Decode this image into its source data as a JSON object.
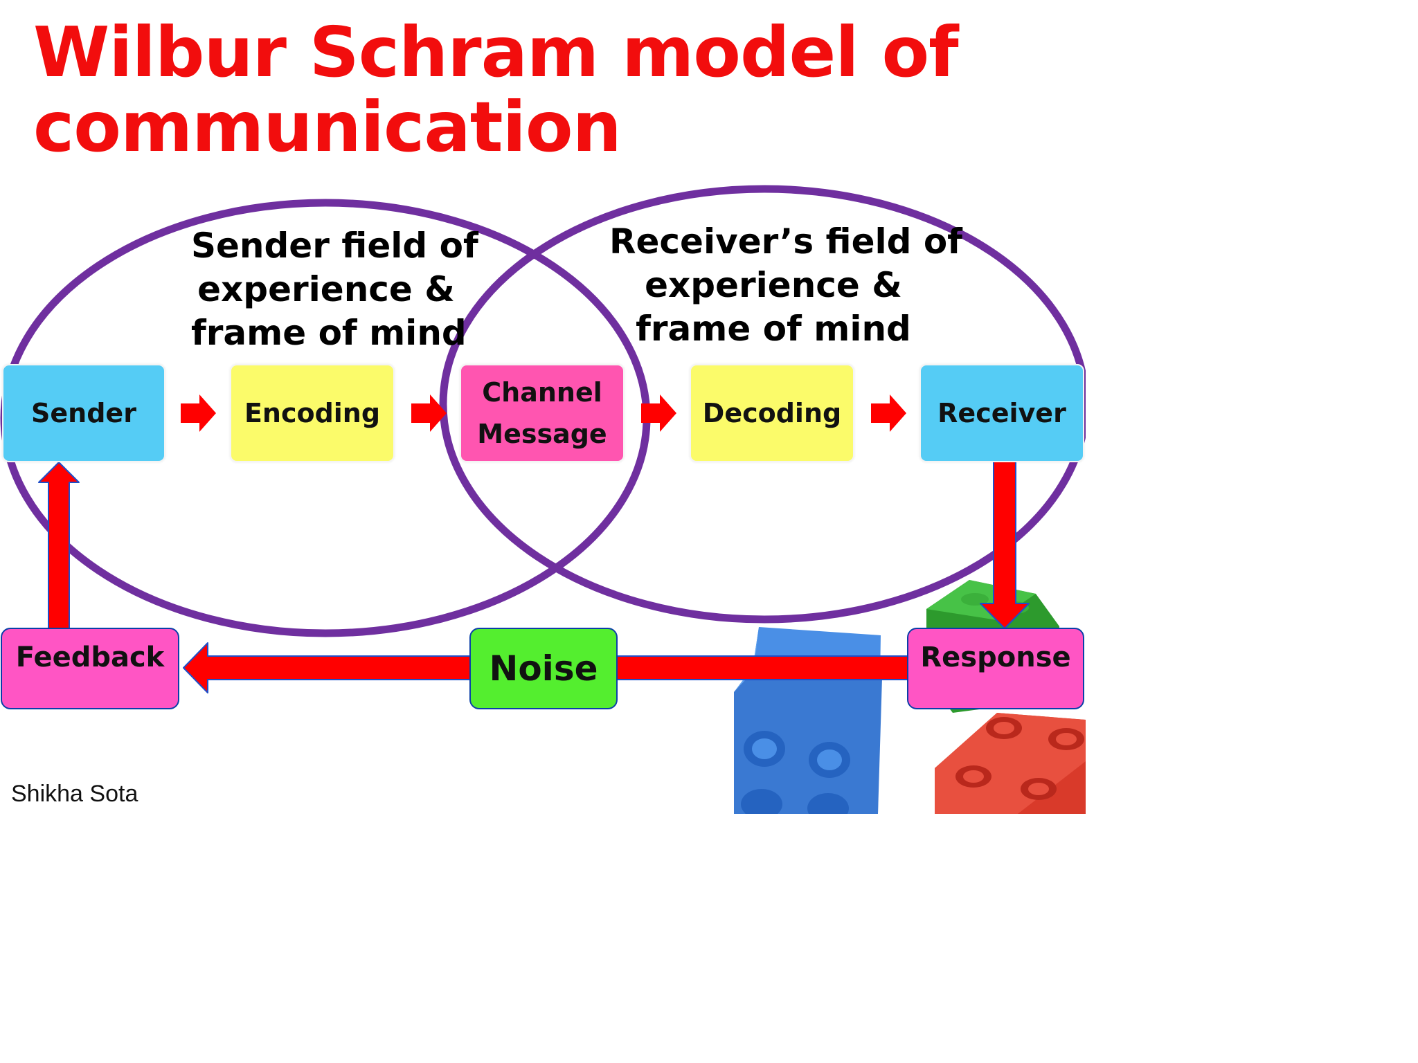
{
  "title": {
    "line1": "Wilbur Schram model of",
    "line2": "communication"
  },
  "fields": {
    "sender": {
      "line1": "Sender field of",
      "line2": "experience &",
      "line3": "frame of mind"
    },
    "receiver": {
      "line1": "Receiver’s field of",
      "line2": "experience &",
      "line3": "frame of mind"
    }
  },
  "nodes": {
    "sender": "Sender",
    "encoding": "Encoding",
    "channel_line1": "Channel",
    "channel_line2": "Message",
    "decoding": "Decoding",
    "receiver": "Receiver",
    "response": "Response",
    "noise": "Noise",
    "feedback": "Feedback"
  },
  "credit": "Shikha Sota",
  "colors": {
    "title": "#f20d0d",
    "field_circle": "#6f2f9f",
    "arrow": "#ff0000",
    "arrow_outline": "#1f4ec8",
    "sender_receiver": "#55ccf5",
    "encoding_decoding": "#fbfb6a",
    "channel": "#ff55b0",
    "response_feedback": "#ff55c4",
    "noise": "#54ee2f"
  }
}
